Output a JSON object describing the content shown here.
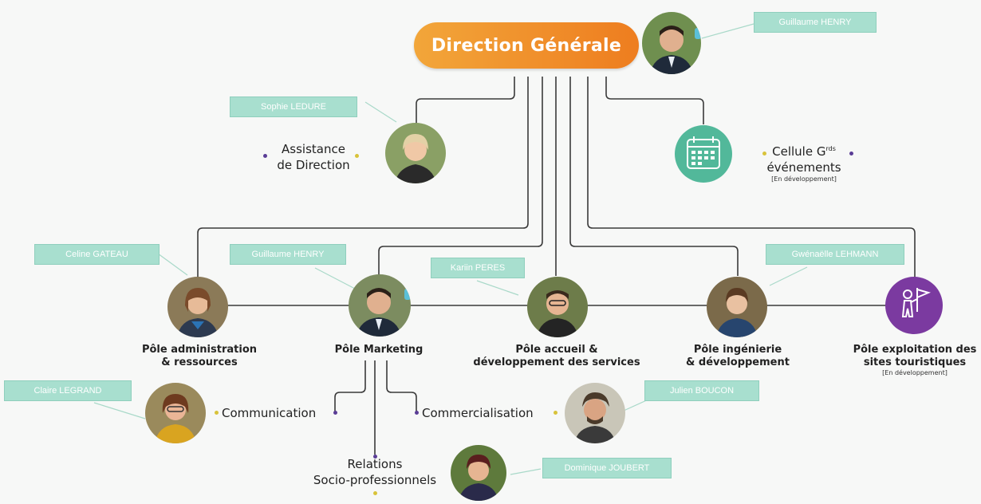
{
  "top": {
    "label": "Direction Générale"
  },
  "colors": {
    "accent_orange": "#ef8a24",
    "tag_teal": "#a8dfcf",
    "line": "#3b3b3b",
    "purple": "#7b3aa0",
    "calendar_green": "#52b89a",
    "dot_yellow": "#d8c33a",
    "dot_purple": "#5a3d96"
  },
  "people": {
    "dg": "Guillaume HENRY",
    "assistance": "Sophie LEDURE",
    "admin": "Celine GATEAU",
    "marketing": "Guillaume HENRY",
    "accueil": "Kariin PERES",
    "ingenierie": "Gwénaëlle LEHMANN",
    "communication": "Claire LEGRAND",
    "commercialisation": "Julien BOUCON",
    "relations": "Dominique JOUBERT"
  },
  "units": {
    "assistance": {
      "line1": "Assistance",
      "line2": "de Direction"
    },
    "cellule": {
      "line1": "Cellule G",
      "sup": "rds",
      "line2": "événements",
      "note": "[En développement]"
    },
    "admin": {
      "line1": "Pôle administration",
      "line2": "& ressources"
    },
    "marketing": {
      "line1": "Pôle Marketing"
    },
    "accueil": {
      "line1": "Pôle accueil &",
      "line2": "développement des services"
    },
    "ingenierie": {
      "line1": "Pôle ingénierie",
      "line2": "& développement"
    },
    "exploitation": {
      "line1": "Pôle exploitation des",
      "line2": "sites touristiques",
      "note": "[En développement]"
    }
  },
  "sub_units": {
    "communication": "Communication",
    "commercialisation": "Commercialisation",
    "relations": {
      "line1": "Relations",
      "line2": "Socio-professionnels"
    }
  },
  "icons": {
    "calendar": "calendar-icon",
    "guide": "tour-guide-flag-icon",
    "person": "person-photo-icon"
  }
}
